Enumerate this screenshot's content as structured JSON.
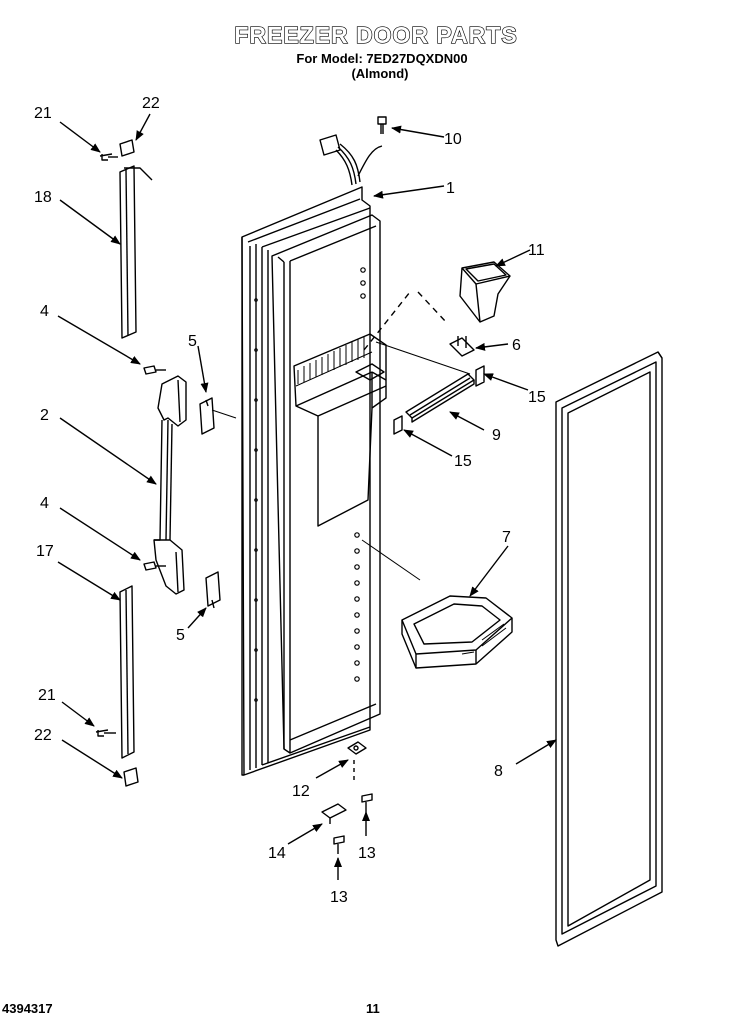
{
  "title": "FREEZER DOOR PARTS",
  "model_line": "For Model: 7ED27DQXDN00",
  "color_line": "(Almond)",
  "doc_number": "4394317",
  "page_number": "11",
  "callouts": {
    "c1": "1",
    "c2": "2",
    "c4a": "4",
    "c4b": "4",
    "c5a": "5",
    "c5b": "5",
    "c6": "6",
    "c7": "7",
    "c8": "8",
    "c9": "9",
    "c10": "10",
    "c11": "11",
    "c12": "12",
    "c13a": "13",
    "c13b": "13",
    "c14": "14",
    "c15a": "15",
    "c15b": "15",
    "c17": "17",
    "c18": "18",
    "c21a": "21",
    "c21b": "21",
    "c22a": "22",
    "c22b": "22"
  }
}
